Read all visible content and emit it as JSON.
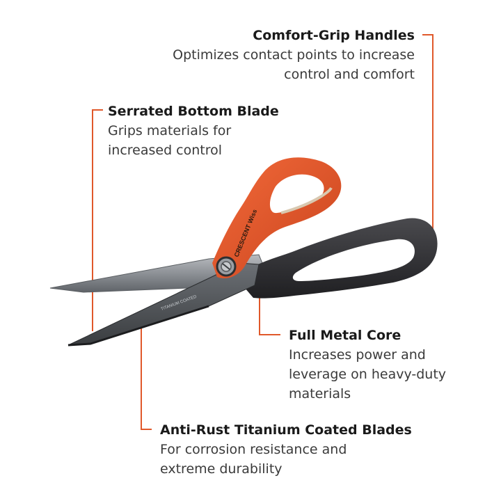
{
  "colors": {
    "accent": "#e0582a",
    "handle_orange": "#e8532b",
    "handle_black": "#2b2b2e",
    "blade": "#8f9398",
    "text_dark": "#1a1a1a"
  },
  "product": {
    "brand_mark": "CRESCENT Wiss",
    "blade_print": "TITANIUM COATED"
  },
  "callouts": {
    "comfort_grip": {
      "title": "Comfort-Grip Handles",
      "line1": "Optimizes contact points to increase",
      "line2": "control and comfort"
    },
    "serrated_blade": {
      "title": "Serrated Bottom Blade",
      "line1": "Grips materials for",
      "line2": "increased control"
    },
    "metal_core": {
      "title": "Full Metal Core",
      "line1": "Increases power and",
      "line2": "leverage on heavy-duty",
      "line3": "materials"
    },
    "anti_rust": {
      "title": "Anti-Rust Titanium Coated Blades",
      "line1": "For corrosion resistance and",
      "line2": "extreme durability"
    }
  }
}
